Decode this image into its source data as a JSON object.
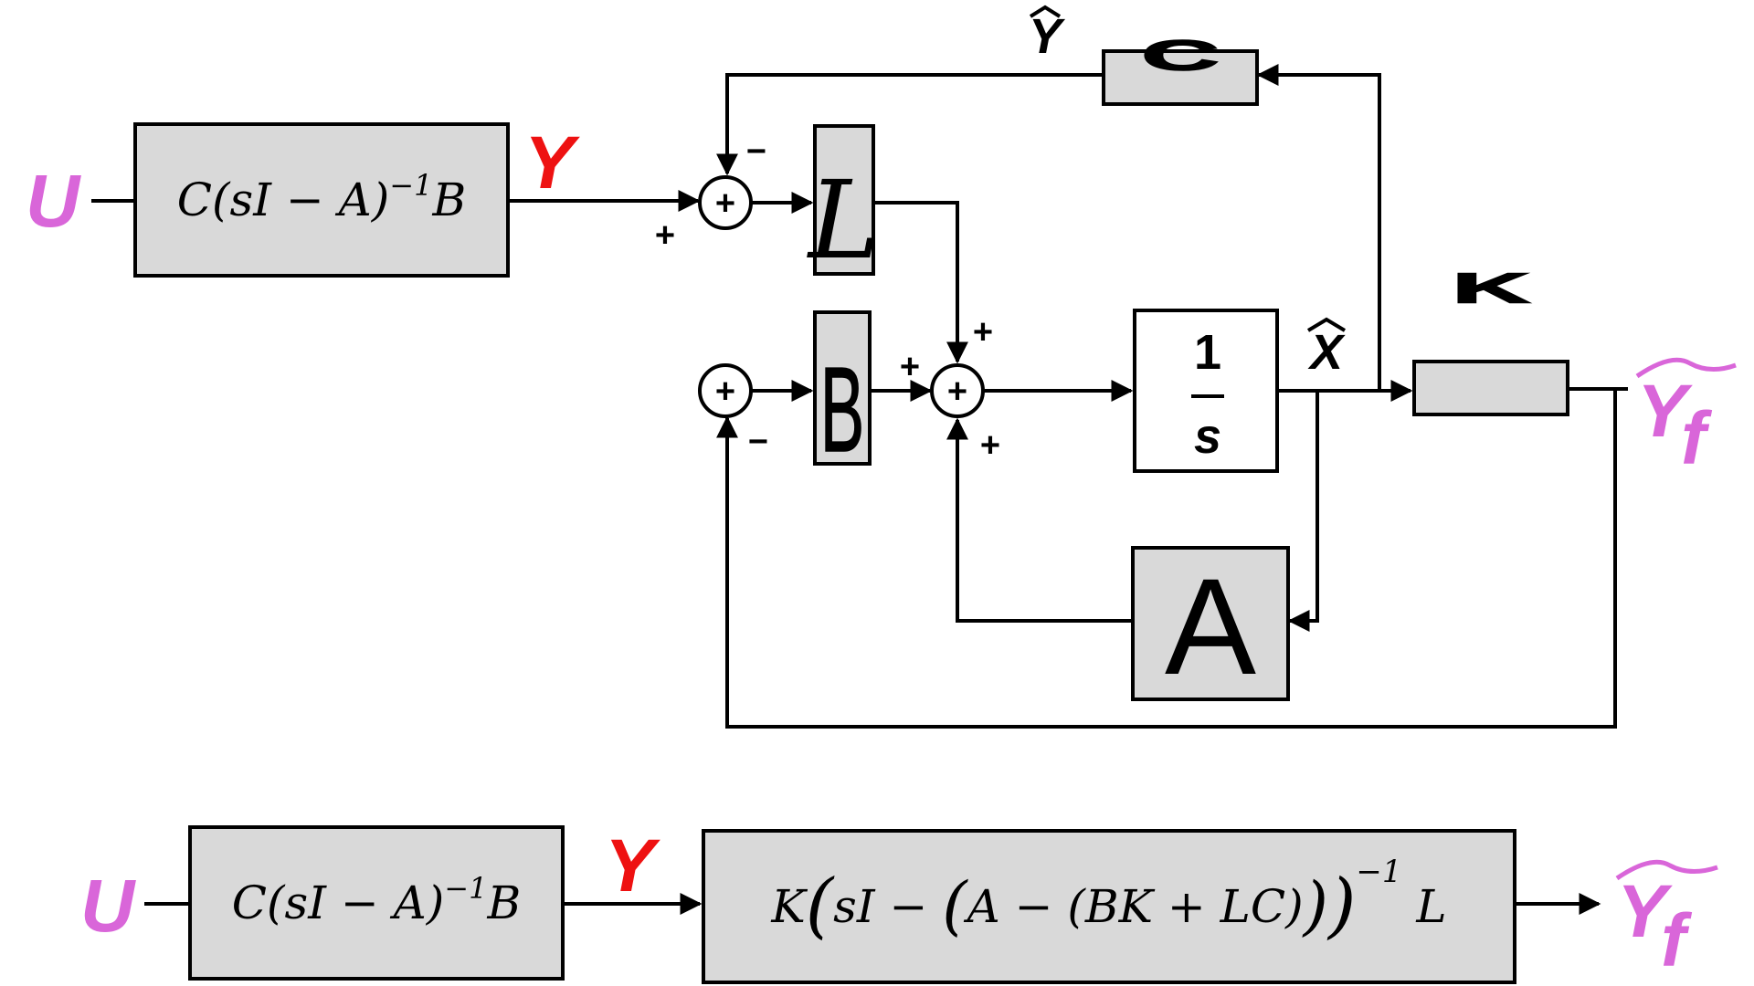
{
  "signals": {
    "input": "U",
    "output": "Y",
    "estimate_output": "Y",
    "estimate_output_sub": "f",
    "y_hat": "Y",
    "x_hat": "X"
  },
  "blocks": {
    "plant_parts": [
      "C(sI − A)",
      "−1",
      "B"
    ],
    "gain_L": "L",
    "gain_B": "B",
    "gain_C": "C",
    "gain_K": "K",
    "gain_A": "A",
    "integrator_num": "1",
    "integrator_den": "s",
    "controller_parts": [
      "K",
      "(",
      "sI − ",
      "(",
      "A − (BK + LC)",
      ")",
      ")",
      "−1",
      " L"
    ]
  },
  "signs": {
    "plus": "+",
    "minus": "−",
    "sum": "+"
  },
  "colors": {
    "input_signal": "#d966d9",
    "output_signal": "#ee1111",
    "block_fill": "#d9d9d9",
    "line": "#000000"
  }
}
